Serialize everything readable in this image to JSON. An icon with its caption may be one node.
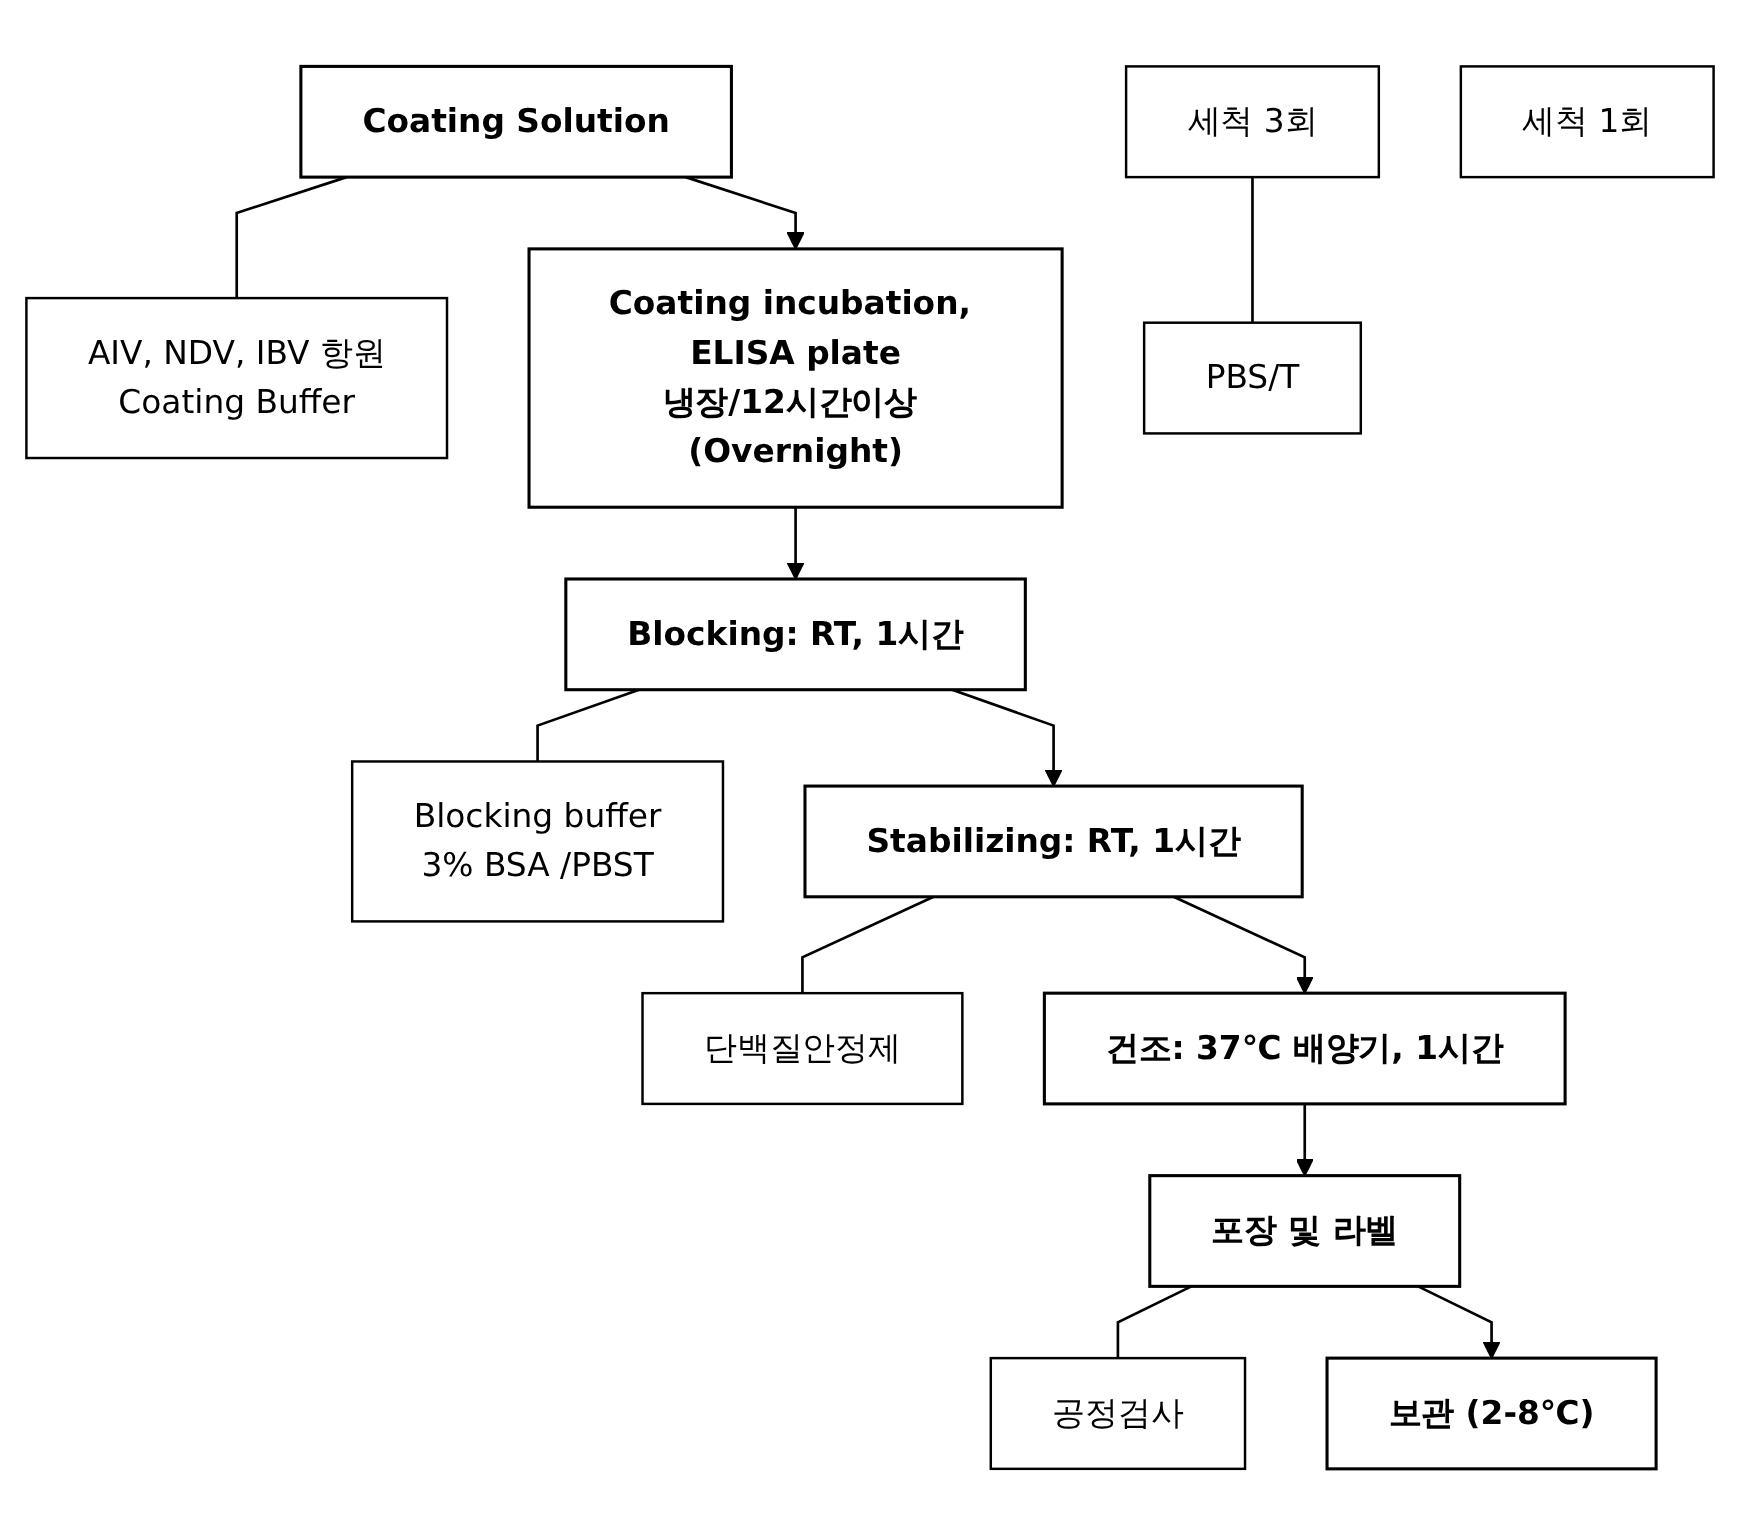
{
  "diagram": {
    "nodes": [
      {
        "text": [
          "Coating Solution"
        ]
      },
      {
        "text": [
          "AIV, NDV, IBV 항원",
          "Coating Buffer"
        ]
      },
      {
        "text": [
          "Coating incubation, ELISA plate",
          "냉장/12시간이상 (Overnight)"
        ]
      },
      {
        "text": [
          "세척 3회"
        ]
      },
      {
        "text": [
          "PBS/T"
        ]
      },
      {
        "text": [
          "Blocking: RT, 1시간"
        ]
      },
      {
        "text": [
          "Blocking buffer",
          "3% BSA /PBST"
        ]
      },
      {
        "text": [
          "세척 1회"
        ]
      },
      {
        "text": [
          "Stabilizing: RT, 1시간"
        ]
      },
      {
        "text": [
          "단백질안정제"
        ]
      },
      {
        "text": [
          "건조: 37℃ 배양기, 1시간"
        ]
      },
      {
        "text": [
          "포장 및 라벨"
        ]
      },
      {
        "text": [
          "공정검사"
        ]
      },
      {
        "text": [
          "보관 (2-8℃)"
        ]
      }
    ],
    "edges": [
      {
        "from": 0,
        "to": 1,
        "arrow": "none"
      },
      {
        "from": 0,
        "to": 2,
        "arrow": "to"
      },
      {
        "from": 3,
        "to": 4,
        "arrow": "none"
      },
      {
        "from": 2,
        "to": 5,
        "arrow": "to"
      },
      {
        "from": 5,
        "to": 6,
        "arrow": "none"
      },
      {
        "from": 5,
        "to": 8,
        "arrow": "to"
      },
      {
        "from": 8,
        "to": 9,
        "arrow": "none"
      },
      {
        "from": 8,
        "to": 10,
        "arrow": "to"
      },
      {
        "from": 10,
        "to": 11,
        "arrow": "to"
      },
      {
        "from": 11,
        "to": 12,
        "arrow": "none"
      },
      {
        "from": 11,
        "to": 13,
        "arrow": "to"
      }
    ]
  }
}
